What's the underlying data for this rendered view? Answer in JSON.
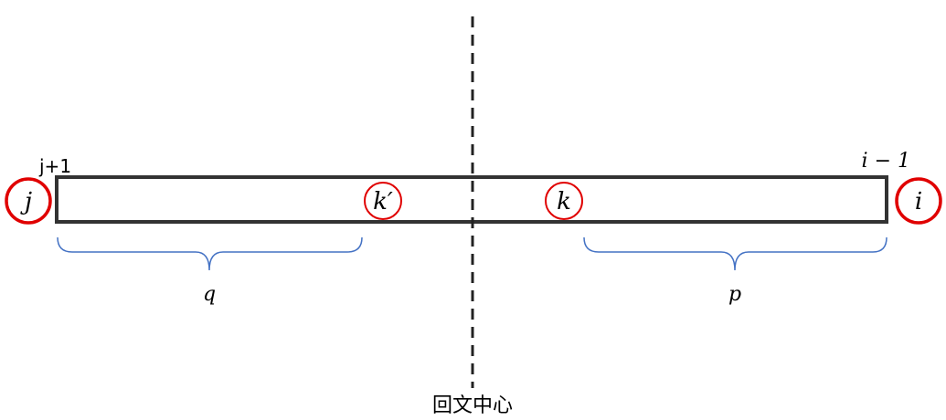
{
  "colors": {
    "bar_stroke": "#333333",
    "circle_stroke": "#e00000",
    "brace_stroke": "#4472c4",
    "center_line": "#222222"
  },
  "labels": {
    "left_boundary": "j+1",
    "right_boundary": "i − 1",
    "outer_left": "j",
    "outer_right": "i",
    "mirror_point": "k′",
    "point": "k",
    "left_span": "q",
    "right_span": "p",
    "center_caption": "回文中心"
  }
}
